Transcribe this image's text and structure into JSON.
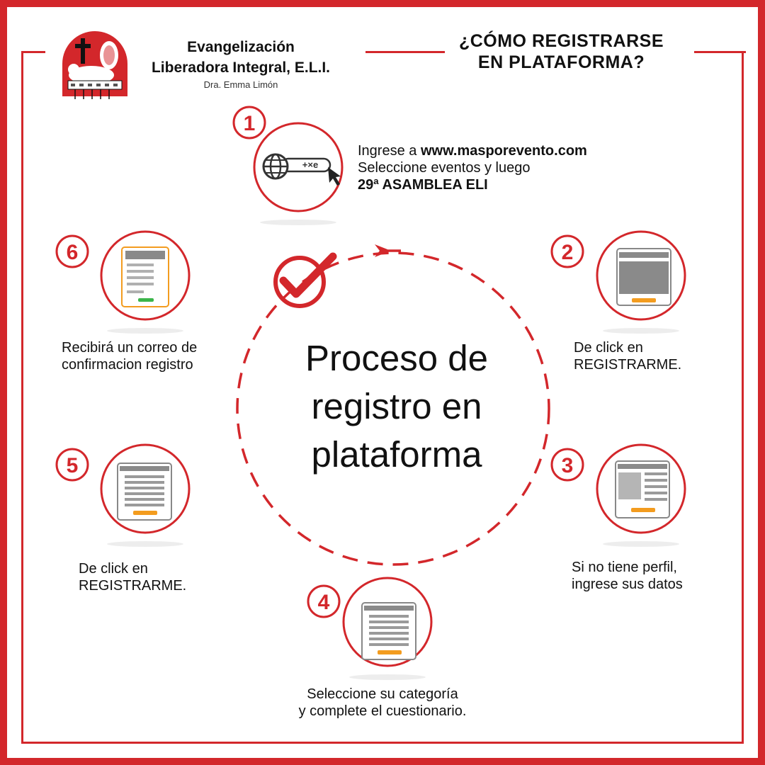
{
  "header": {
    "org_line1": "Evangelización",
    "org_line2": "Liberadora Integral, E.L.I.",
    "org_sub": "Dra. Emma Limón",
    "heading_line1": "¿CÓMO REGISTRARSE",
    "heading_line2": "EN PLATAFORMA?"
  },
  "center": {
    "line1": "Proceso de",
    "line2": "registro en",
    "line3": "plataforma"
  },
  "steps": [
    {
      "number": "1",
      "line1_prefix": "Ingrese a ",
      "line1_bold": "www.masporevento.com",
      "line2": "Seleccione eventos y luego",
      "line3": "29ª ASAMBLEA ELI",
      "icon_badge": "+×e"
    },
    {
      "number": "2",
      "line1": "De click en",
      "line2": "REGISTRARME."
    },
    {
      "number": "3",
      "line1": "Si no tiene perfil,",
      "line2": "ingrese sus datos"
    },
    {
      "number": "4",
      "line1": "Seleccione su categoría",
      "line2": "y complete el cuestionario."
    },
    {
      "number": "5",
      "line1": "De click en",
      "line2": "REGISTRARME."
    },
    {
      "number": "6",
      "line1": "Recibirá un correo de",
      "line2": "confirmacion registro"
    }
  ],
  "colors": {
    "accent": "#d3272b",
    "button": "#f39c1f",
    "success": "#3bb54a",
    "panel": "#8a8a8a"
  }
}
